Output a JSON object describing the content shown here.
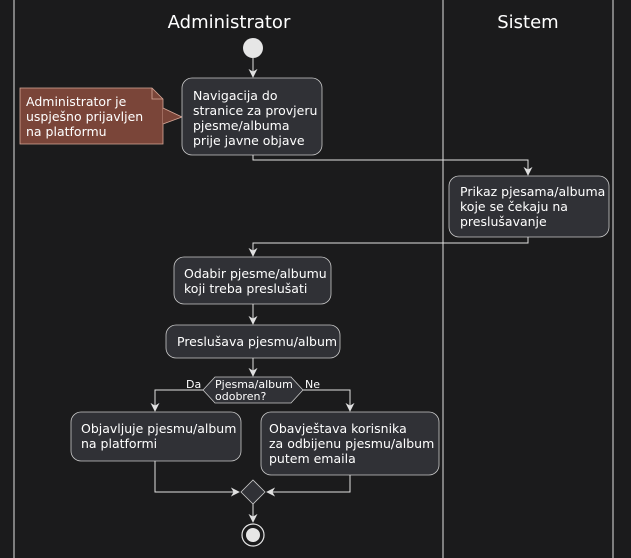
{
  "lanes": {
    "administrator": "Administrator",
    "sistem": "Sistem"
  },
  "note": [
    "Administrator je",
    "uspješno prijavljen",
    "na platformu"
  ],
  "activities": {
    "a1": [
      "Navigacija do",
      "stranice za provjeru",
      "pjesme/albuma",
      "prije javne objave"
    ],
    "s1": [
      "Prikaz pjesama/albuma",
      "koje se čekaju na",
      "preslušavanje"
    ],
    "a2": [
      "Odabir pjesme/albumu",
      "koji treba preslušati"
    ],
    "a3": [
      "Preslušava pjesmu/album"
    ],
    "yes": [
      "Objavljuje pjesmu/album",
      "na platformi"
    ],
    "no": [
      "Obavještava korisnika",
      "za odbijenu pjesmu/album",
      "putem emaila"
    ]
  },
  "decision": {
    "question": [
      "Pjesma/album",
      "odobren?"
    ],
    "yes_label": "Da",
    "no_label": "Ne"
  },
  "colors": {
    "background": "#1b1b1c",
    "activity_fill": "#303136",
    "note_fill": "#7a4539",
    "line": "#e0e0e0"
  }
}
